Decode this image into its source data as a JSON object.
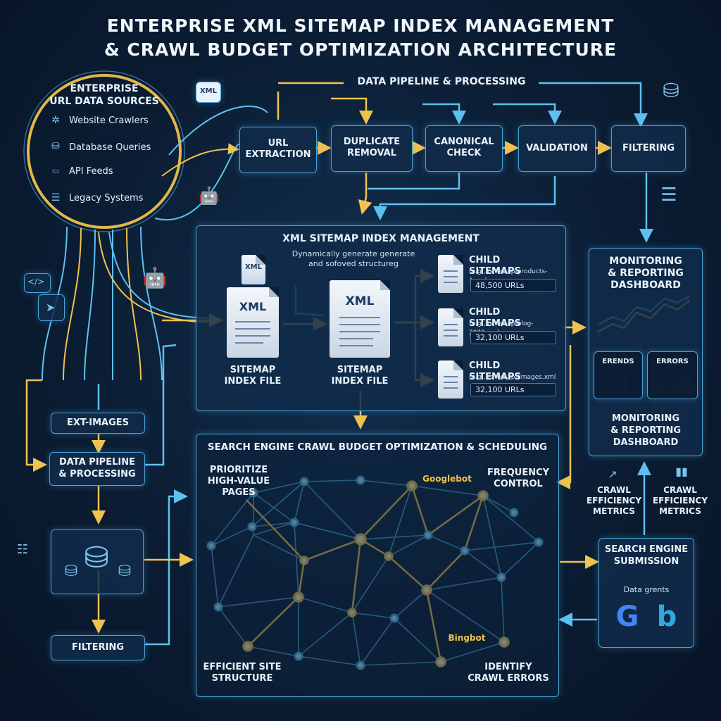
{
  "title": {
    "line1": "Enterprise XML Sitemap Index Management",
    "line2": "& Crawl Budget Optimization Architecture"
  },
  "sources": {
    "title_line1": "Enterprise",
    "title_line2": "URL Data Sources",
    "items": [
      "Website Crawlers",
      "Database Queries",
      "API Feeds",
      "Legacy Systems"
    ],
    "icons": [
      "crawler-icon",
      "database-icon",
      "api-icon",
      "server-icon"
    ]
  },
  "pipeline": {
    "header": "Data Pipeline & Processing",
    "xml_badge": "XML",
    "steps": [
      {
        "line1": "URL",
        "line2": "Extraction"
      },
      {
        "line1": "Duplicate",
        "line2": "Removal"
      },
      {
        "line1": "Canonical",
        "line2": "Check"
      },
      {
        "line1": "Validation",
        "line2": ""
      },
      {
        "line1": "Filtering",
        "line2": ""
      }
    ]
  },
  "sitemap_mgmt": {
    "header": "XML Sitemap Index Management",
    "note_line1": "Dynamically generate generate",
    "note_line2": "and sofoved structureg",
    "small_doc": "XML",
    "index_files": [
      {
        "doc": "XML",
        "line1": "Sitemap",
        "line2": "Index File"
      },
      {
        "doc": "XML",
        "line1": "Sitemap",
        "line2": "Index File"
      }
    ],
    "children": [
      {
        "title": "Child Sitemaps",
        "example": "(e.g., /sitemap-products-1.xml",
        "urls": "48,500 URLs"
      },
      {
        "title": "Child Sitemaps",
        "example": "(e.g., /sitemap-blog-2022.aml",
        "urls": "32,100 URLs"
      },
      {
        "title": "Child Sitemaps",
        "example": "(e.g., /sitemap-iimages.xml",
        "urls": "32,100 URLs"
      }
    ]
  },
  "left_column": {
    "ext_images": "EXT-IMAGES",
    "pipeline_line1": "Data Pipeline",
    "pipeline_line2": "& Processing",
    "filtering": "Filtering"
  },
  "crawl": {
    "header": "Search Engine Crawl Budget Optimization & Scheduling",
    "prioritize_line1": "Prioritize",
    "prioritize_line2": "High-Value",
    "prioritize_line3": "Pages",
    "googlebot": "Googlebot",
    "frequency_line1": "Frequency",
    "frequency_line2": "Control",
    "bingbot": "Bingbot",
    "efficient_line1": "Efficient Site",
    "efficient_line2": "Structure",
    "identify_line1": "Identify",
    "identify_line2": "Crawl Errors"
  },
  "monitoring": {
    "title_line1": "Monitoring",
    "title_line2": "& Reporting",
    "title_line3": "Dashboard",
    "tile1": "ERENDS",
    "tile2": "ERRORS",
    "footer_line1": "Monitoring",
    "footer_line2": "& Reporting",
    "footer_line3": "Dashboard"
  },
  "metrics": [
    {
      "line1": "Crawl",
      "line2": "Efficiency",
      "line3": "Metrics"
    },
    {
      "line1": "Crawl",
      "line2": "Efficiency",
      "line3": "Metrics"
    }
  ],
  "submission": {
    "title_line1": "Search Engine",
    "title_line2": "Submission",
    "note": "Data grents",
    "google": "G",
    "bing": "b"
  },
  "colors": {
    "blue": "#4aa3d6",
    "gold": "#e0b84a",
    "bg": "#0b1d33"
  }
}
